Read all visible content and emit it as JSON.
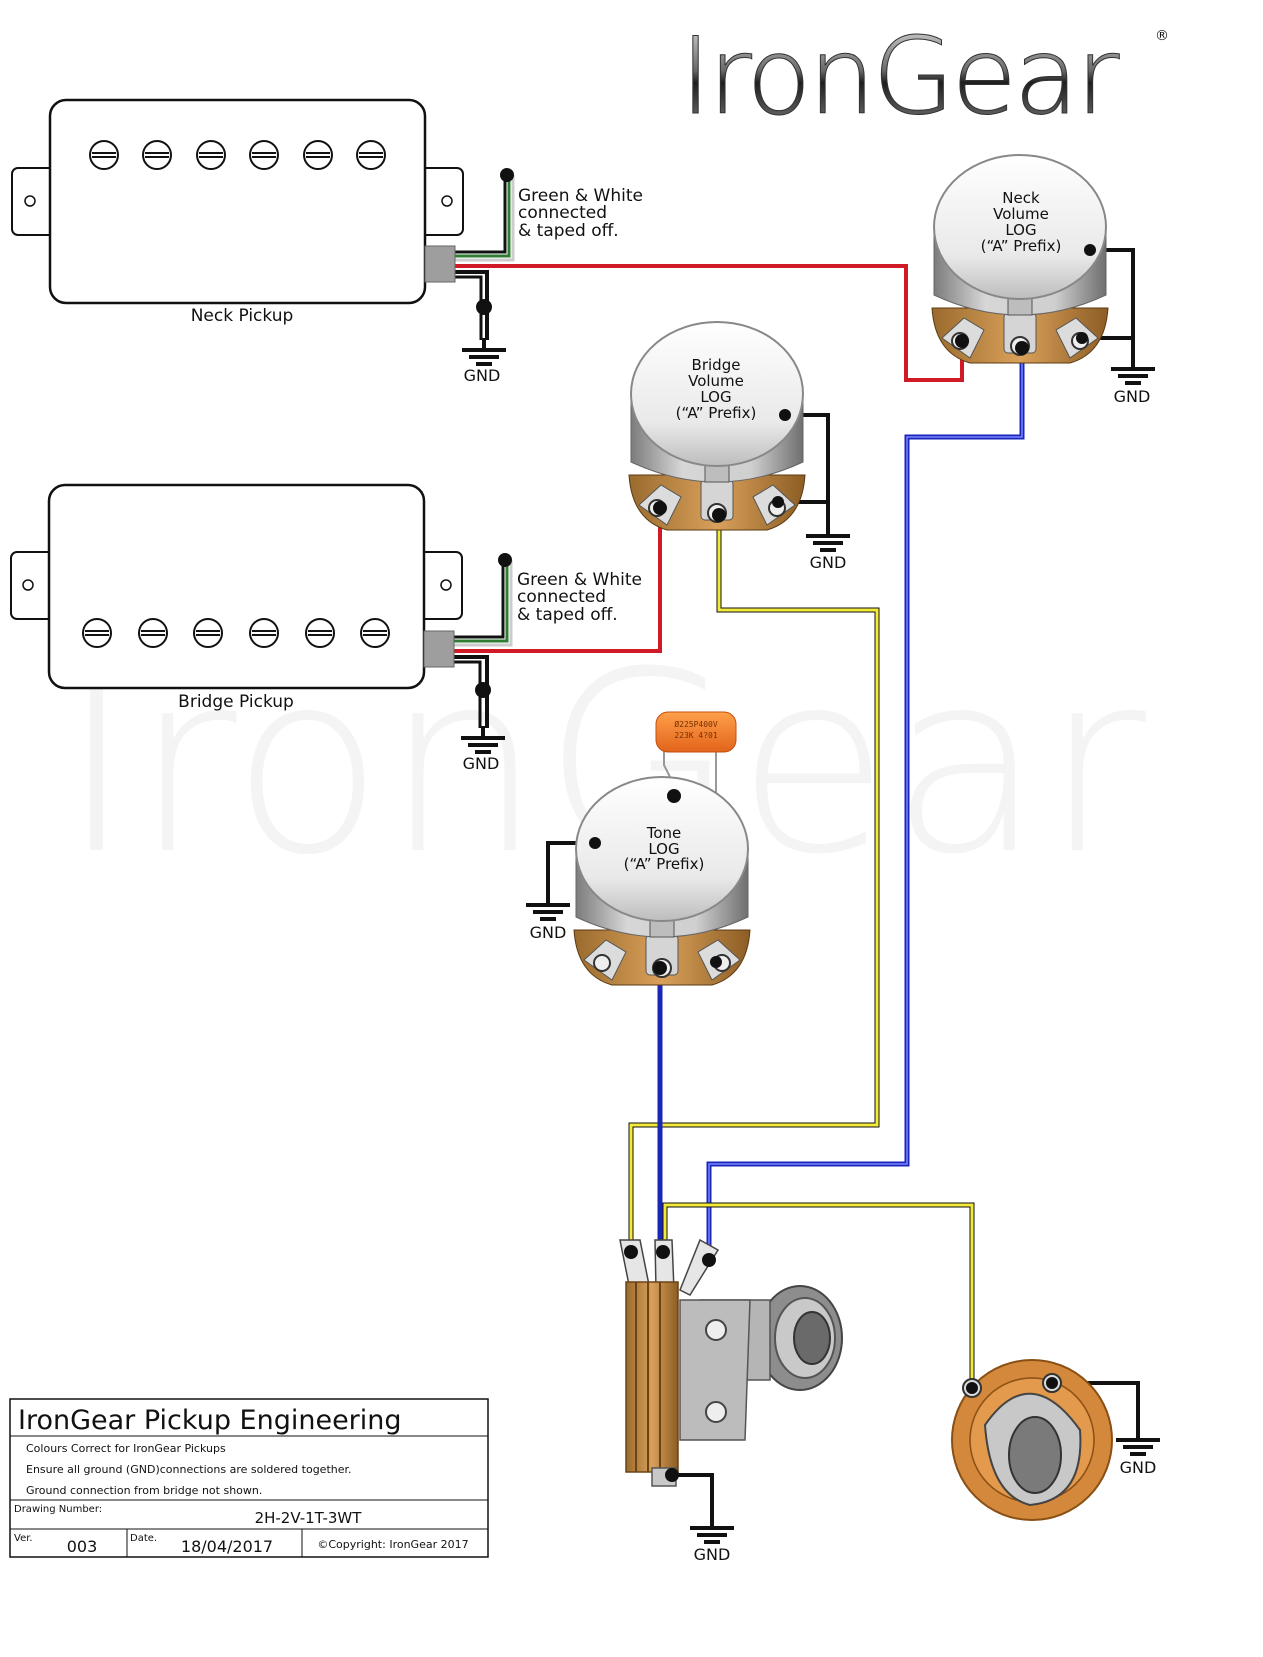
{
  "brand": {
    "name": "IronGear",
    "registered": "®"
  },
  "pickups": {
    "neck_label": "Neck Pickup",
    "bridge_label": "Bridge Pickup"
  },
  "notes": {
    "neck_taped": [
      "Green & White",
      "connected",
      "& taped off."
    ],
    "bridge_taped": [
      "Green & White",
      "connected",
      "& taped off."
    ]
  },
  "pots": {
    "neck_volume": [
      "Neck",
      "Volume",
      "LOG",
      "(“A” Prefix)"
    ],
    "bridge_volume": [
      "Bridge",
      "Volume",
      "LOG",
      "(“A” Prefix)"
    ],
    "tone": [
      "Tone",
      "LOG",
      "(“A” Prefix)"
    ]
  },
  "capacitor": {
    "line1": "Ø225P400V",
    "line2": "223K 4?01"
  },
  "ground_label": "GND",
  "title_block": {
    "company": "IronGear Pickup Engineering",
    "notes": [
      "Colours Correct for IronGear Pickups",
      "Ensure all ground (GND)connections are soldered together.",
      "Ground connection from bridge not shown."
    ],
    "drawing_number_label": "Drawing Number:",
    "drawing_number": "2H-2V-1T-3WT",
    "ver_label": "Ver.",
    "ver": "003",
    "date_label": "Date.",
    "date": "18/04/2017",
    "copyright": "©Copyright: IronGear 2017"
  },
  "colors": {
    "hot_red": "#d01b26",
    "blue": "#1a26b8",
    "yellow": "#f3ea3a",
    "ground": "#111111",
    "green": "#2e7d32"
  }
}
